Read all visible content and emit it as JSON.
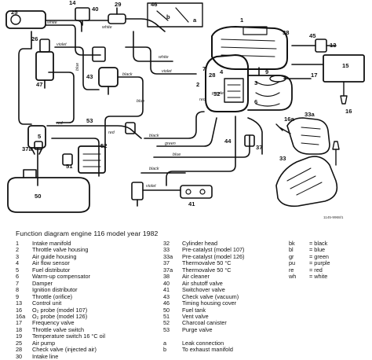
{
  "diagram": {
    "callouts": [
      "25",
      "40",
      "29",
      "46",
      "b",
      "a",
      "1",
      "38",
      "14",
      "26",
      "47",
      "43",
      "45",
      "28",
      "13",
      "7",
      "2",
      "4",
      "3",
      "15",
      "6",
      "9",
      "17",
      "53",
      "16",
      "16a",
      "33a",
      "52",
      "44",
      "37",
      "37a",
      "51",
      "50",
      "32",
      "33",
      "5",
      "41"
    ],
    "pipe_labels": [
      "white",
      "white",
      "violet",
      "blue",
      "black",
      "red",
      "white",
      "violet",
      "black",
      "green",
      "blue",
      "red",
      "red",
      "black",
      "purple",
      "blue",
      "violet"
    ],
    "part_number": "1145-9968/1"
  },
  "legend": {
    "caption": "Function diagram engine 116 model year 1982",
    "column1": [
      {
        "n": "1",
        "t": "Intake manifold"
      },
      {
        "n": "2",
        "t": "Throttle valve housing"
      },
      {
        "n": "3",
        "t": "Air guide housing"
      },
      {
        "n": "4",
        "t": "Air flow sensor"
      },
      {
        "n": "5",
        "t": "Fuel distributor"
      },
      {
        "n": "6",
        "t": "Warm-up compensator"
      },
      {
        "n": "7",
        "t": "Damper"
      },
      {
        "n": "8",
        "t": "Ignition distributor"
      },
      {
        "n": "9",
        "t": "Throttle (orifice)"
      },
      {
        "n": "13",
        "t": "Control unit"
      },
      {
        "n": "16",
        "t": "O₂ probe (model 107)"
      },
      {
        "n": "16a",
        "t": "O₂ probe (model 126)"
      },
      {
        "n": "17",
        "t": "Frequency valve"
      },
      {
        "n": "18",
        "t": "Throttle valve switch"
      },
      {
        "n": "19",
        "t": "Temperature switch 16 °C oil"
      },
      {
        "n": "25",
        "t": "Air pump"
      },
      {
        "n": "28",
        "t": "Check valve (injected air)"
      },
      {
        "n": "30",
        "t": "Intake line"
      }
    ],
    "column2": [
      {
        "n": "32",
        "t": "Cylinder head"
      },
      {
        "n": "33",
        "t": "Pre-catalyst (model 107)"
      },
      {
        "n": "33a",
        "t": "Pre-catalyst (model 126)"
      },
      {
        "n": "37",
        "t": "Thermovalve 50 °C"
      },
      {
        "n": "37a",
        "t": "Thermovalve 50 °C"
      },
      {
        "n": "38",
        "t": "Air cleaner"
      },
      {
        "n": "40",
        "t": "Air shutoff valve"
      },
      {
        "n": "41",
        "t": "Switchover valve"
      },
      {
        "n": "43",
        "t": "Check valve (vacuum)"
      },
      {
        "n": "46",
        "t": "Timing housing cover"
      },
      {
        "n": "50",
        "t": "Fuel tank"
      },
      {
        "n": "51",
        "t": "Vent valve"
      },
      {
        "n": "52",
        "t": "Charcoal canister"
      },
      {
        "n": "53",
        "t": "Purge valve"
      }
    ],
    "column2_tail": [
      {
        "n": "a",
        "t": "Leak connection"
      },
      {
        "n": "b",
        "t": "To exhaust manifold"
      }
    ],
    "column3": [
      {
        "n": "bk",
        "t": "= black"
      },
      {
        "n": "bl",
        "t": "= blue"
      },
      {
        "n": "gr",
        "t": "= green"
      },
      {
        "n": "pu",
        "t": "= purple"
      },
      {
        "n": "re",
        "t": "= red"
      },
      {
        "n": "wh",
        "t": "= white"
      }
    ]
  }
}
